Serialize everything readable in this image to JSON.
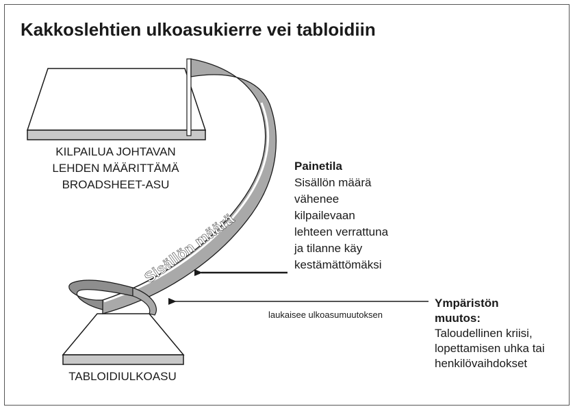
{
  "title": "Kakkoslehtien ulkoasukierre vei tabloidiin",
  "ribbon_text": "Sisällön määrä",
  "top_label": [
    "KILPAILUA JOHTAVAN",
    "LEHDEN MÄÄRITTÄMÄ",
    "BROADSHEET-ASU"
  ],
  "bottom_label": "TABLOIDIULKOASU",
  "pressure": {
    "heading": "Painetila",
    "lines": [
      "Sisällön määrä",
      "vähenee",
      "kilpailevaan",
      "lehteen verrattuna",
      "ja tilanne käy",
      "kestämättömäksi"
    ]
  },
  "trigger_text": "laukaisee ulkoasumuutoksen",
  "environment": {
    "heading_lines": [
      "Ympäristön",
      "muutos:"
    ],
    "lines": [
      "Taloudellinen kriisi,",
      "lopettamisen uhka tai",
      "henkilövaihdokset"
    ]
  },
  "colors": {
    "ribbon": "#a9a9a9",
    "ribbon_dark": "#8e8e8e",
    "platform_top": "#ffffff",
    "platform_side": "#c8c8c8",
    "ink": "#1a1a1a"
  }
}
